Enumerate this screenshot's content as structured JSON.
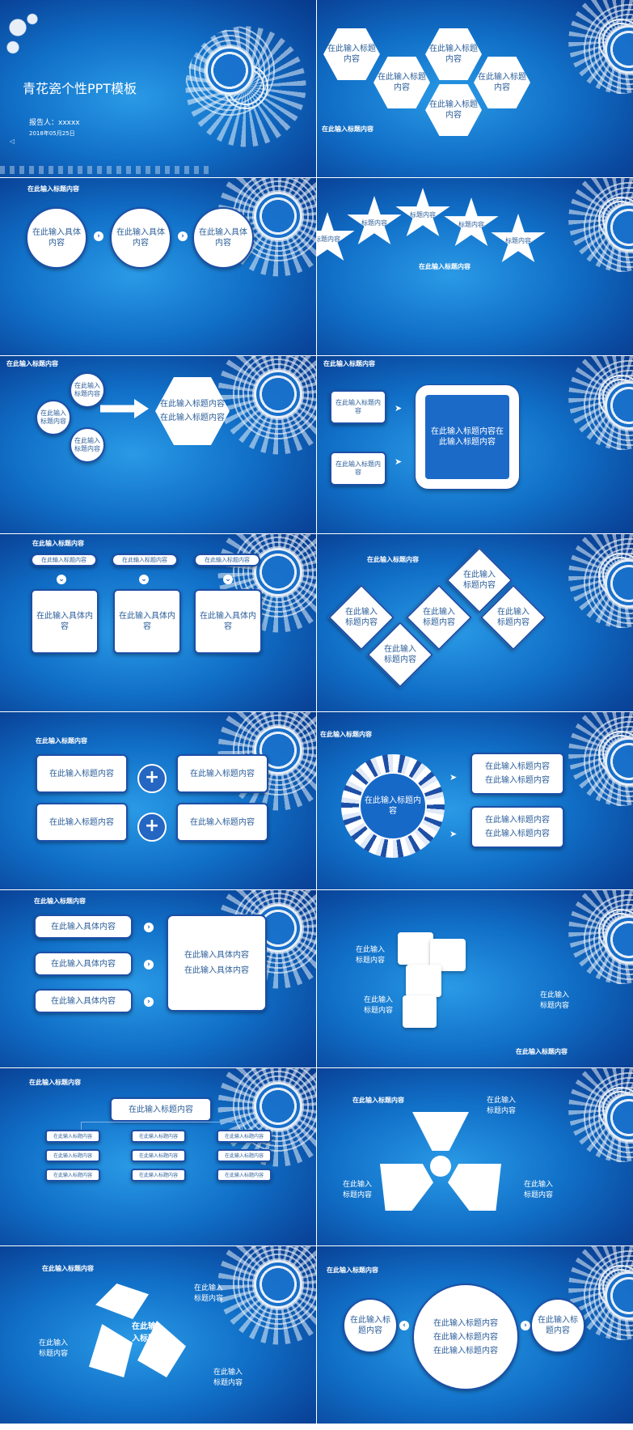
{
  "slides": {
    "s1": {
      "title": "青花瓷个性PPT模板",
      "reporter": "报告人：xxxxx",
      "date": "2018年05月25日"
    },
    "s2": {
      "hexes": [
        "在此输入标题内容",
        "在此输入标题内容",
        "在此输入标题内容",
        "在此输入标题内容",
        "在此输入标题内容"
      ],
      "caption": "在此输入标题内容"
    },
    "s3": {
      "heading": "在此输入标题内容",
      "circles": [
        "在此输入具体内容",
        "在此输入具体内容",
        "在此输入具体内容"
      ]
    },
    "s4": {
      "stars": [
        "标题内容",
        "标题内容",
        "标题内容",
        "标题内容",
        "标题内容"
      ],
      "caption": "在此输入标题内容"
    },
    "s5": {
      "heading": "在此输入标题内容",
      "bubbles": [
        "在此输入标题内容",
        "在此输入标题内容",
        "在此输入标题内容"
      ],
      "hex_lines": [
        "在此输入标题内容",
        "在此输入标题内容"
      ]
    },
    "s6": {
      "heading": "在此输入标题内容",
      "small": [
        "在此输入标题内容",
        "在此输入标题内容"
      ],
      "big": "在此输入标题内容在此输入标题内容"
    },
    "s7": {
      "heading": "在此输入标题内容",
      "tabs": [
        "在此输入标题内容",
        "在此输入标题内容",
        "在此输入标题内容"
      ],
      "boxes": [
        "在此输入具体内容",
        "在此输入具体内容",
        "在此输入具体内容"
      ]
    },
    "s8": {
      "heading": "在此输入标题内容",
      "diamonds": [
        "在此输入标题内容",
        "在此输入标题内容",
        "在此输入标题内容",
        "在此输入标题内容",
        "在此输入标题内容"
      ]
    },
    "s9": {
      "heading": "在此输入标题内容",
      "cards": [
        "在此输入标题内容",
        "在此输入标题内容",
        "在此输入标题内容",
        "在此输入标题内容"
      ]
    },
    "s10": {
      "heading": "在此输入标题内容",
      "ring": "在此输入标题内容",
      "lines": [
        "在此输入标题内容",
        "在此输入标题内容",
        "在此输入标题内容",
        "在此输入标题内容"
      ]
    },
    "s11": {
      "heading": "在此输入标题内容",
      "pills": [
        "在此输入具体内容",
        "在此输入具体内容",
        "在此输入具体内容"
      ],
      "big_lines": [
        "在此输入具体内容",
        "在此输入具体内容"
      ]
    },
    "s12": {
      "labels": [
        "在此输入标题内容",
        "在此输入标题内容",
        "在此输入标题内容"
      ],
      "caption": "在此输入标题内容"
    },
    "s13": {
      "heading": "在此输入标题内容",
      "root": "在此输入标题内容",
      "leaf": "在此输入标题内容"
    },
    "s14": {
      "heading": "在此输入标题内容",
      "labels": [
        "在此输入标题内容",
        "在此输入标题内容",
        "在此输入标题内容"
      ]
    },
    "s15": {
      "heading": "在此输入标题内容",
      "labels": [
        "在此输入标题内容",
        "在此输入标题内容",
        "在此输入标题内容"
      ],
      "center": "在此输入标题"
    },
    "s16": {
      "heading": "在此输入标题内容",
      "side": [
        "在此输入标题内容",
        "在此输入标题内容"
      ],
      "center_lines": [
        "在此输入标题内容",
        "在此输入标题内容",
        "在此输入标题内容"
      ]
    }
  }
}
